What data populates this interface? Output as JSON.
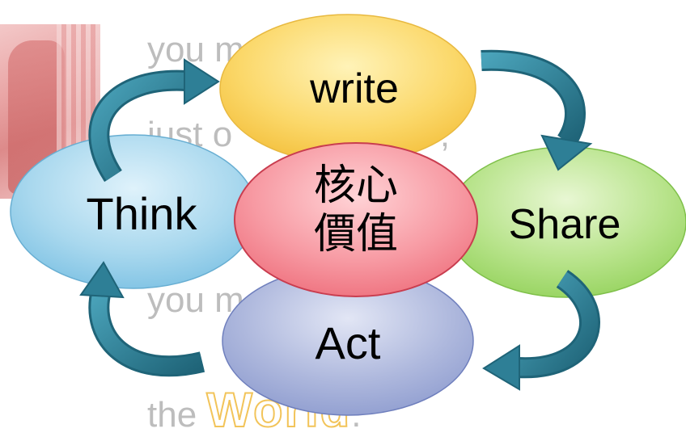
{
  "background_text": {
    "line1": "you m",
    "line2": "just o",
    "line2b": "n ;",
    "line3": "you m",
    "line4_prefix": "the",
    "line4_word": "World",
    "line4_suffix": "."
  },
  "nodes": {
    "write": "write",
    "think": "Think",
    "share": "Share",
    "act": "Act",
    "core_line1": "核心",
    "core_line2": "價值"
  },
  "colors": {
    "write": "#fbd86a",
    "think": "#a9d8ee",
    "share": "#b7e38a",
    "act": "#aeb8dd",
    "core": "#f79aa3",
    "arrow": "#2e7f96"
  }
}
